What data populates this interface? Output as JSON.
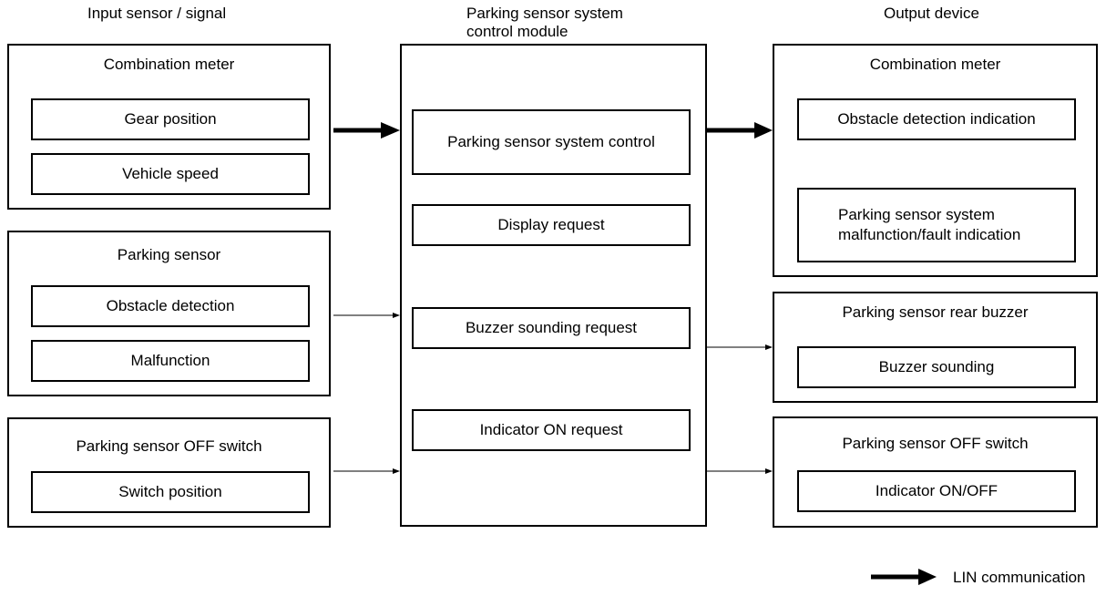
{
  "headers": {
    "input": "Input sensor / signal",
    "control_line1": "Parking sensor system",
    "control_line2": "control module",
    "output": "Output device"
  },
  "inputs": {
    "combination_meter": {
      "title": "Combination meter",
      "items": [
        "Gear position",
        "Vehicle speed"
      ]
    },
    "parking_sensor": {
      "title": "Parking sensor",
      "items": [
        "Obstacle detection",
        "Malfunction"
      ]
    },
    "off_switch": {
      "title": "Parking sensor OFF switch",
      "items": [
        "Switch position"
      ]
    }
  },
  "control_module": {
    "items": [
      "Parking sensor system control",
      "Display request",
      "Buzzer sounding request",
      "Indicator ON request"
    ]
  },
  "outputs": {
    "combination_meter": {
      "title": "Combination meter",
      "item1": "Obstacle detection indication",
      "item2_line1": "Parking sensor system",
      "item2_line2": "malfunction/fault indication"
    },
    "rear_buzzer": {
      "title": "Parking sensor rear buzzer",
      "items": [
        "Buzzer sounding"
      ]
    },
    "off_switch": {
      "title": "Parking sensor OFF switch",
      "items": [
        "Indicator ON/OFF"
      ]
    }
  },
  "legend": {
    "label": "LIN communication"
  }
}
